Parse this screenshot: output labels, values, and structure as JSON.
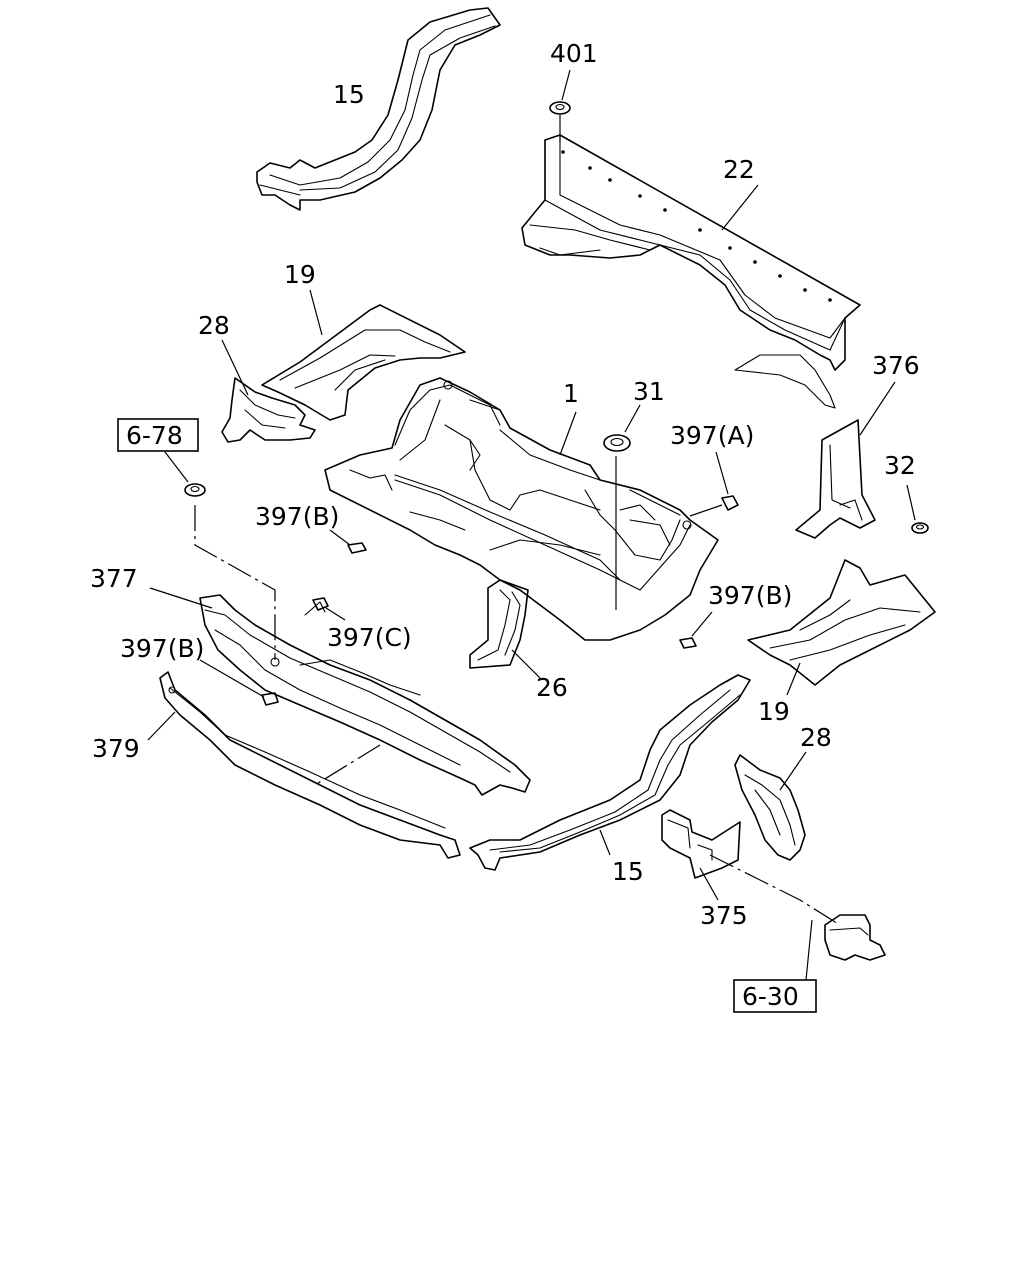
{
  "labels": {
    "p401": "401",
    "p15_top": "15",
    "p22": "22",
    "p19_left": "19",
    "p28_left": "28",
    "p376": "376",
    "p6_78": "6-78",
    "p1": "1",
    "p31": "31",
    "p397a": "397(A)",
    "p32": "32",
    "p397b_mid": "397(B)",
    "p377": "377",
    "p397c": "397(C)",
    "p397b_right": "397(B)",
    "p397b_left": "397(B)",
    "p26": "26",
    "p19_right": "19",
    "p379": "379",
    "p28_right": "28",
    "p15_bottom": "15",
    "p375": "375",
    "p6_30": "6-30"
  }
}
